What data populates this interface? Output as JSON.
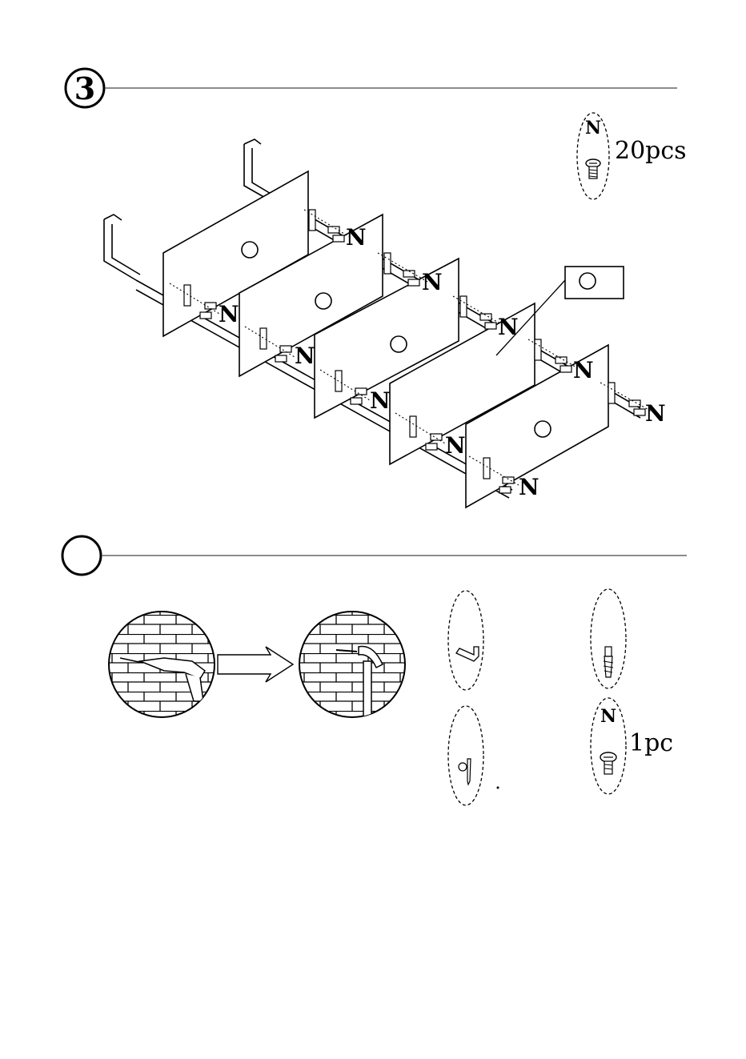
{
  "step3": {
    "number": "3"
  },
  "step4": {
    "number": ""
  },
  "hardware_n": {
    "letter": "N",
    "quantity": "20pcs"
  },
  "hardware_n_small": {
    "letter": "N",
    "quantity": "1pc"
  },
  "callout_labels": [
    "N",
    "N",
    "N",
    "N",
    "N",
    "N",
    "N",
    "N",
    "N",
    "N"
  ]
}
